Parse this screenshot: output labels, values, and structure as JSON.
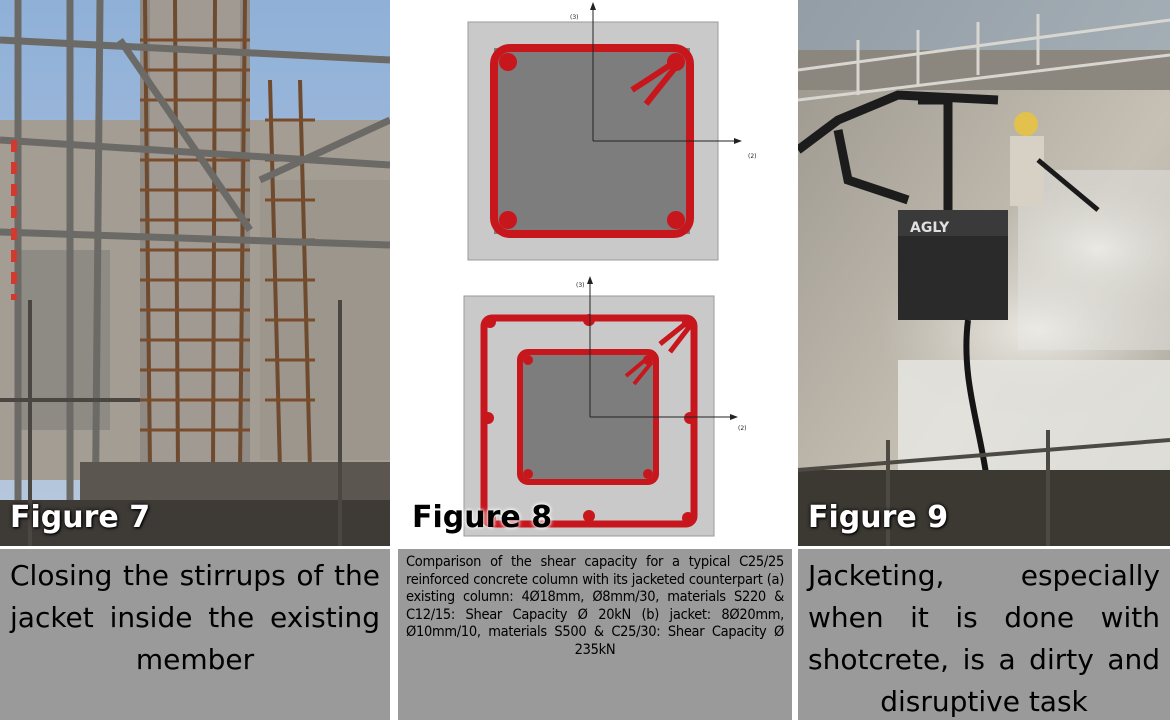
{
  "figures": [
    {
      "label": "Figure 7",
      "caption": "Closing the stirrups of the jacket inside the existing member",
      "photo_subject": "scaffolding-column-jacket-photo"
    },
    {
      "label": "Figure 8",
      "caption": "Comparison of the shear capacity for a typical C25/25 reinforced concrete column with its jacketed counterpart (a) existing column: 4Ø18mm, Ø8mm/30, materials S220 & C12/15: Shear Capacity Ø 20kN (b) jacket: 8Ø20mm, Ø10mm/10, materials S500 & C25/30: Shear Capacity Ø 235kN",
      "diagram": {
        "axis_3": "(3)",
        "axis_2": "(2)"
      }
    },
    {
      "label": "Figure 9",
      "caption": "Jacketing, especially when it is done with shotcrete, is a dirty and disruptive task",
      "lift_text": "AGLY"
    }
  ],
  "colors": {
    "caption_bg": "#9a9a9a",
    "rebar_red": "#c8161d",
    "concrete_light": "#c9c9c9",
    "concrete_dark": "#7d7d7d"
  }
}
